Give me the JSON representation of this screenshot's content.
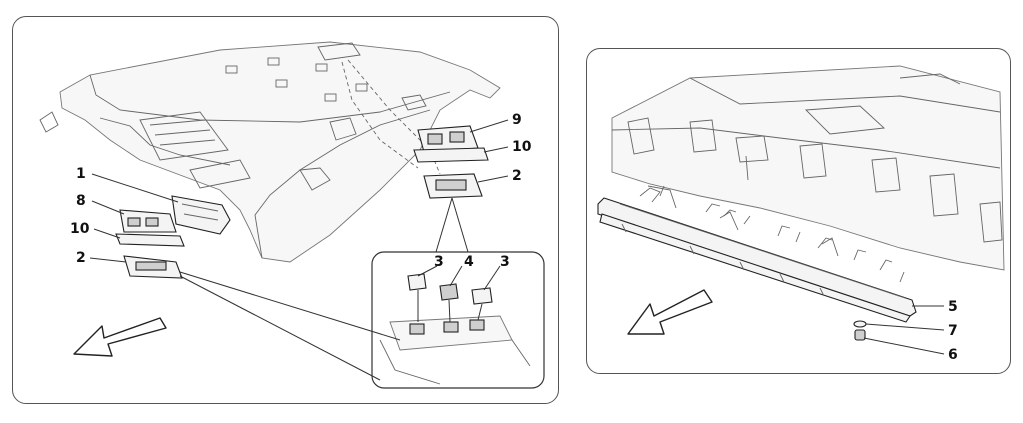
{
  "left_panel": {
    "labels": [
      {
        "key": "1",
        "text": "1"
      },
      {
        "key": "8",
        "text": "8"
      },
      {
        "key": "10a",
        "text": "10"
      },
      {
        "key": "2a",
        "text": "2"
      },
      {
        "key": "9",
        "text": "9"
      },
      {
        "key": "10b",
        "text": "10"
      },
      {
        "key": "2b",
        "text": "2"
      },
      {
        "key": "3a",
        "text": "3"
      },
      {
        "key": "4",
        "text": "4"
      },
      {
        "key": "3b",
        "text": "3"
      }
    ]
  },
  "right_panel": {
    "labels": [
      {
        "key": "5",
        "text": "5"
      },
      {
        "key": "7",
        "text": "7"
      },
      {
        "key": "6",
        "text": "6"
      }
    ]
  },
  "icons": {
    "direction_arrow": "forward-arrow-icon"
  }
}
